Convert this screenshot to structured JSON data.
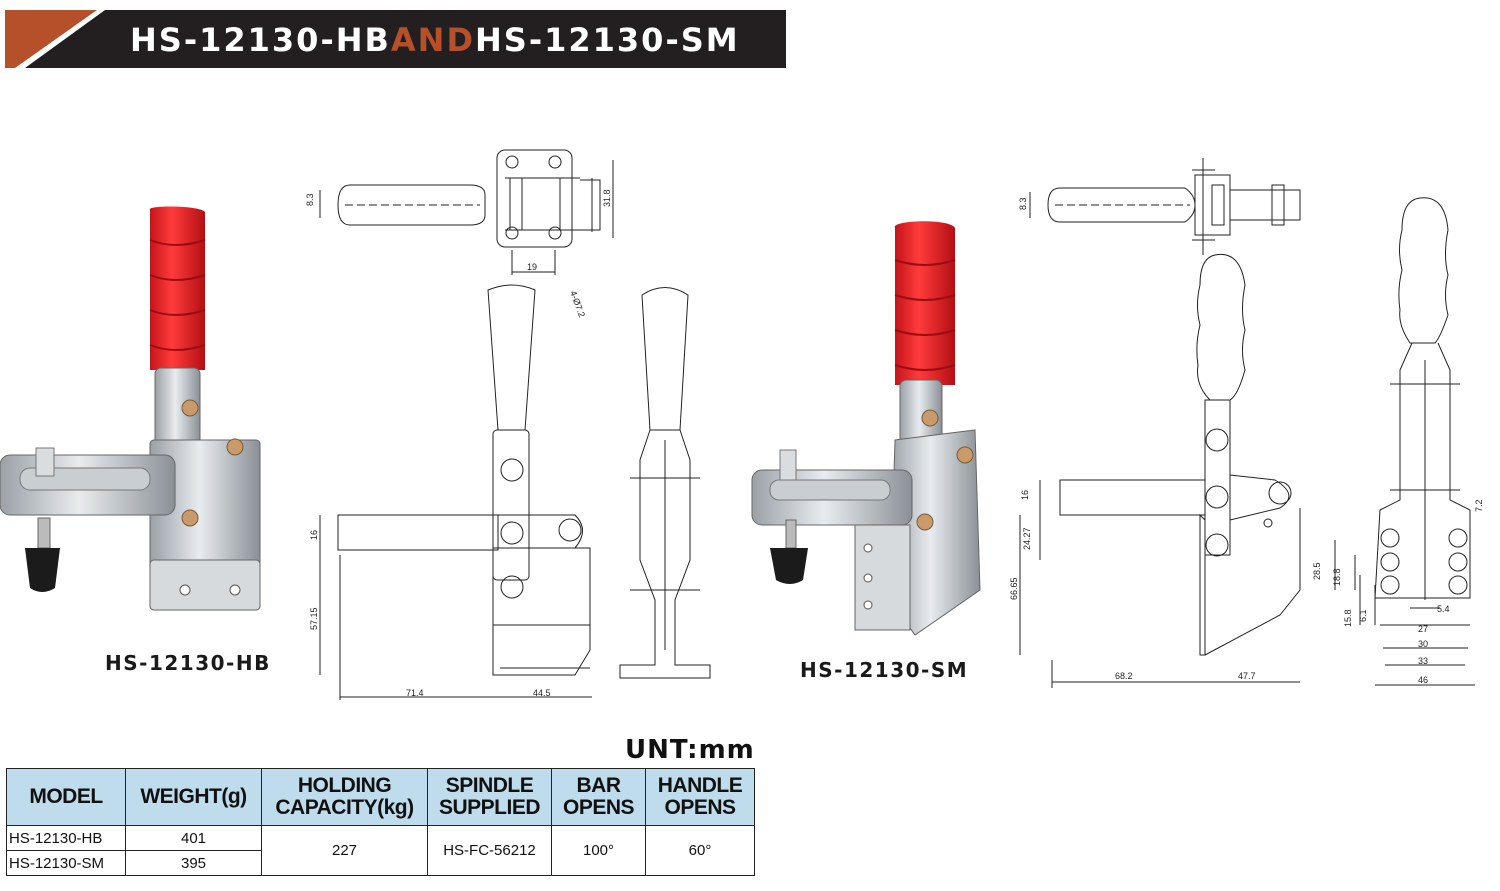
{
  "header": {
    "model_a": "HS-12130-HB",
    "connector": "AND",
    "model_b": "HS-12130-SM",
    "colors": {
      "bar": "#231f20",
      "accent": "#b5502a"
    }
  },
  "photos": {
    "hb_label": "HS-12130-HB",
    "sm_label": "HS-12130-SM"
  },
  "drawing_hb": {
    "dims": {
      "d8_3": "8.3",
      "d31_8": "31.8",
      "d19": "19",
      "hole": "4-Ø7.2",
      "d16": "16",
      "d57_15": "57.15",
      "d71_4": "71.4",
      "d44_5": "44.5"
    }
  },
  "drawing_sm": {
    "dims": {
      "d8_3": "8.3",
      "d16": "16",
      "d24_27": "24.27",
      "d66_65": "66.65",
      "d68_2": "68.2",
      "d47_7": "47.7",
      "d7_2": "7.2",
      "d28_5": "28.5",
      "d18_8": "18.8",
      "d15_8": "15.8",
      "d6_1": "6.1",
      "d5_4": "5.4",
      "d27": "27",
      "d30": "30",
      "d33": "33",
      "d46": "46"
    }
  },
  "unit_label": "UNT:mm",
  "table": {
    "headers": [
      "MODEL",
      "WEIGHT(g)",
      "HOLDING CAPACITY(kg)",
      "SPINDLE SUPPLIED",
      "BAR OPENS",
      "HANDLE OPENS"
    ],
    "rows": [
      {
        "model": "HS-12130-HB",
        "weight": "401"
      },
      {
        "model": "HS-12130-SM",
        "weight": "395"
      }
    ],
    "shared": {
      "holding_capacity": "227",
      "spindle": "HS-FC-56212",
      "bar_opens": "100°",
      "handle_opens": "60°"
    }
  }
}
